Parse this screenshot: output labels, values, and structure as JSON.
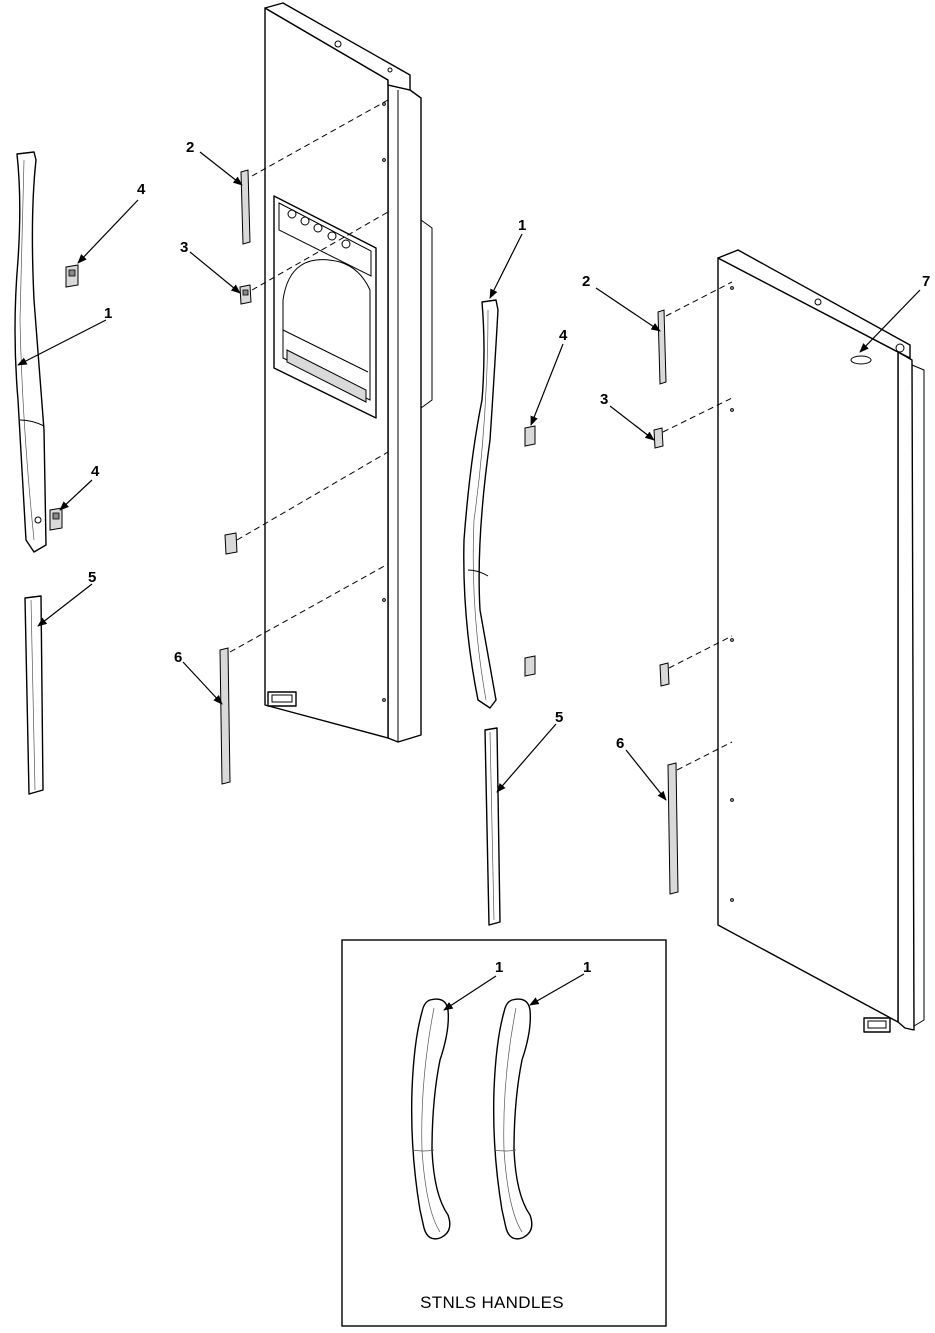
{
  "callouts": {
    "c1a": "1",
    "c2a": "2",
    "c3a": "3",
    "c4a": "4",
    "c4b": "4",
    "c5a": "5",
    "c6a": "6",
    "c1b": "1",
    "c2b": "2",
    "c3b": "3",
    "c4c": "4",
    "c5b": "5",
    "c6b": "6",
    "c7": "7",
    "c1c": "1",
    "c1d": "1"
  },
  "inset": {
    "title": "STNLS HANDLES"
  }
}
